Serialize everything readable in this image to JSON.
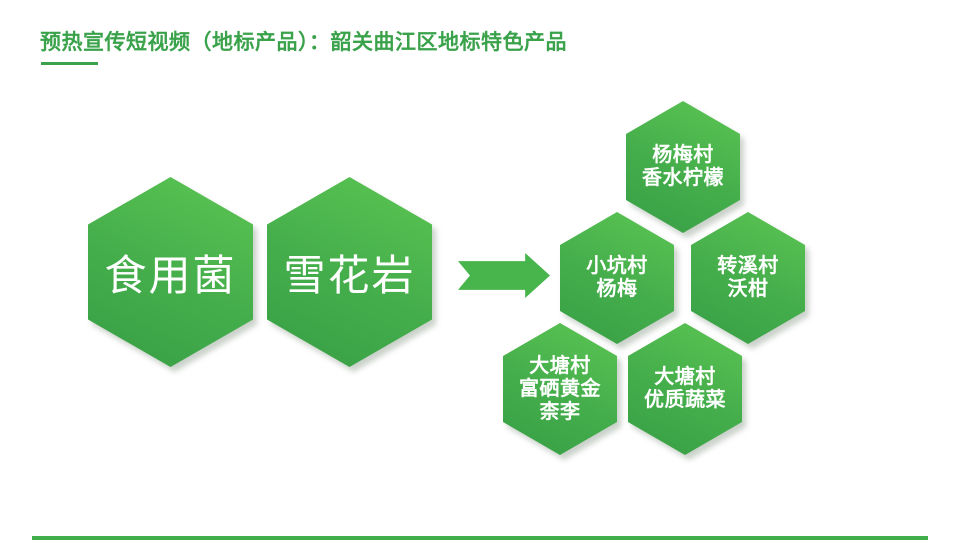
{
  "title": {
    "text": "预热宣传短视频（地标产品）：韶关曲江区地标特色产品"
  },
  "colors": {
    "accent_green": "#3aa24a",
    "hexagon_gradient_light": "#5cc553",
    "hexagon_gradient_dark": "#379f45",
    "arrow_green": "#47b54b",
    "hexagon_text": "#ffffff"
  },
  "diagram": {
    "sources": [
      {
        "label": "食用菌"
      },
      {
        "label": "雪花岩"
      }
    ],
    "arrow": "right-arrow",
    "products": [
      {
        "lines": [
          "杨梅村",
          "香水柠檬"
        ]
      },
      {
        "lines": [
          "小坑村",
          "杨梅"
        ]
      },
      {
        "lines": [
          "转溪村",
          "沃柑"
        ]
      },
      {
        "lines": [
          "大塘村",
          "富硒黄金",
          "柰李"
        ]
      },
      {
        "lines": [
          "大塘村",
          "优质蔬菜"
        ]
      }
    ]
  }
}
